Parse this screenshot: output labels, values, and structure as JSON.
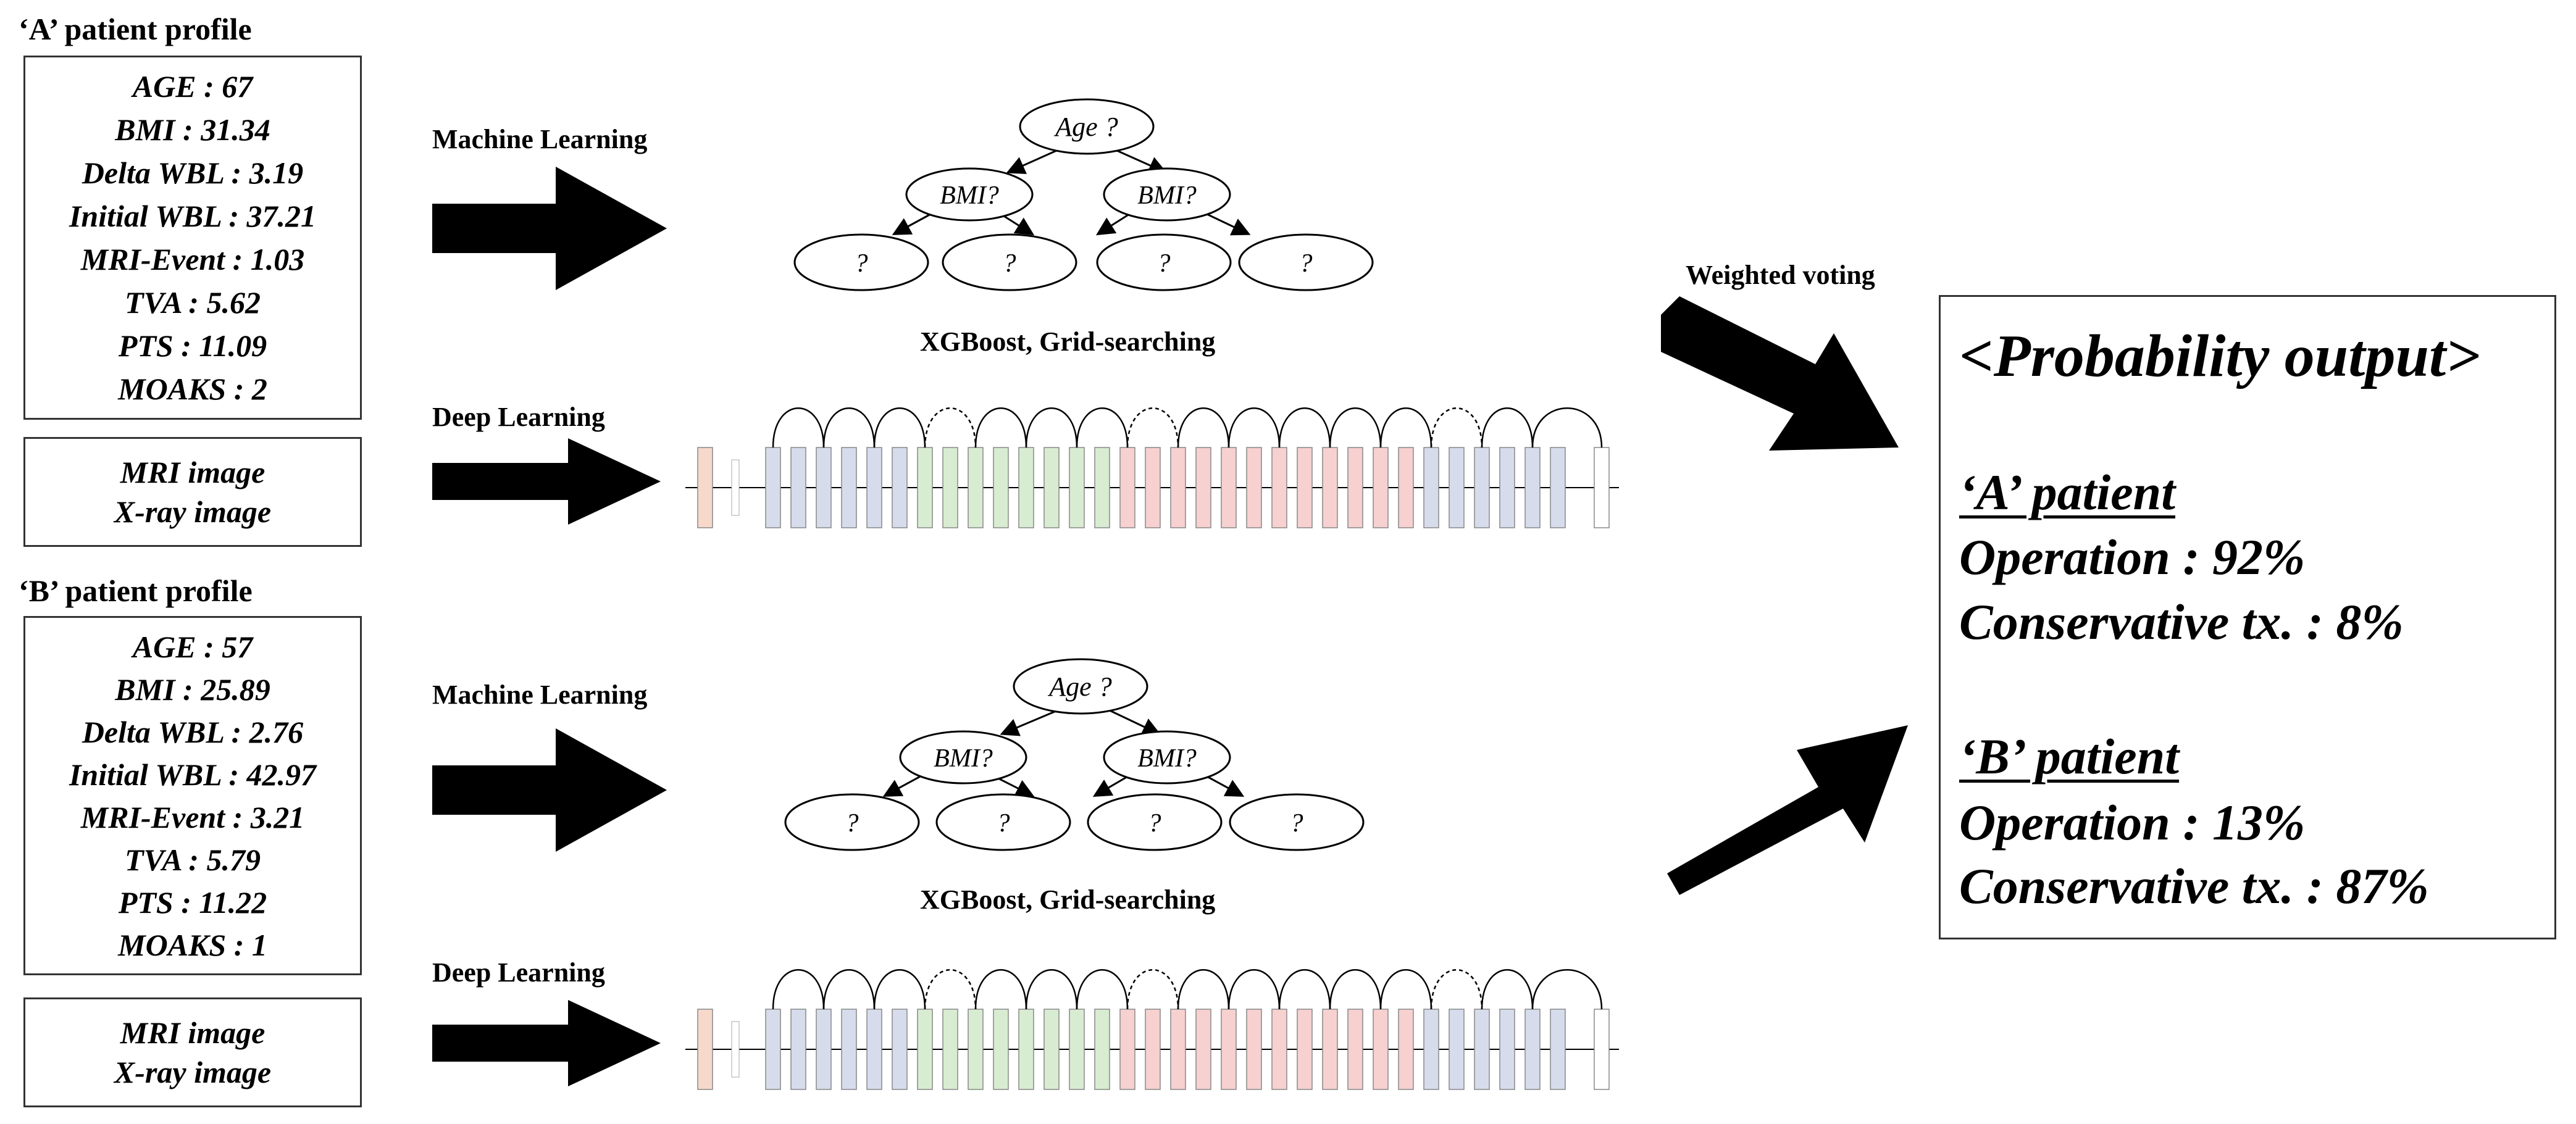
{
  "patients": [
    {
      "title": "‘A’ patient profile",
      "features": [
        "AGE : 67",
        "BMI : 31.34",
        "Delta WBL : 3.19",
        "Initial WBL : 37.21",
        "MRI-Event : 1.03",
        "TVA : 5.62",
        "PTS : 11.09",
        "MOAKS : 2"
      ],
      "images": [
        "MRI image",
        "X-ray image"
      ],
      "ml_label": "Machine Learning",
      "dl_label": "Deep Learning",
      "tree": {
        "root": "Age ?",
        "mid": [
          "BMI?",
          "BMI?"
        ],
        "leaves": [
          "?",
          "?",
          "?",
          "?"
        ]
      },
      "ml_caption": "XGBoost, Grid-searching"
    },
    {
      "title": "‘B’ patient profile",
      "features": [
        "AGE : 57",
        "BMI : 25.89",
        "Delta WBL : 2.76",
        "Initial WBL : 42.97",
        "MRI-Event : 3.21",
        "TVA : 5.79",
        "PTS : 11.22",
        "MOAKS : 1"
      ],
      "images": [
        "MRI image",
        "X-ray image"
      ],
      "ml_label": "Machine Learning",
      "dl_label": "Deep Learning",
      "tree": {
        "root": "Age ?",
        "mid": [
          "BMI?",
          "BMI?"
        ],
        "leaves": [
          "?",
          "?",
          "?",
          "?"
        ]
      },
      "ml_caption": "XGBoost, Grid-searching"
    }
  ],
  "voting_label": "Weighted voting",
  "output": {
    "title": "<Probability output>",
    "a_heading": "‘A’ patient",
    "a_operation": "Operation : 92%",
    "a_conservative": "Conservative tx. : 8%",
    "b_heading": "‘B’ patient",
    "b_operation": "Operation : 13%",
    "b_conservative": "Conservative tx. : 87%"
  },
  "resnet_block_colors": [
    "#f7d9cc",
    "#d6dcec",
    "#d8ecd2",
    "#f7d0d0",
    "#d6dcec"
  ]
}
